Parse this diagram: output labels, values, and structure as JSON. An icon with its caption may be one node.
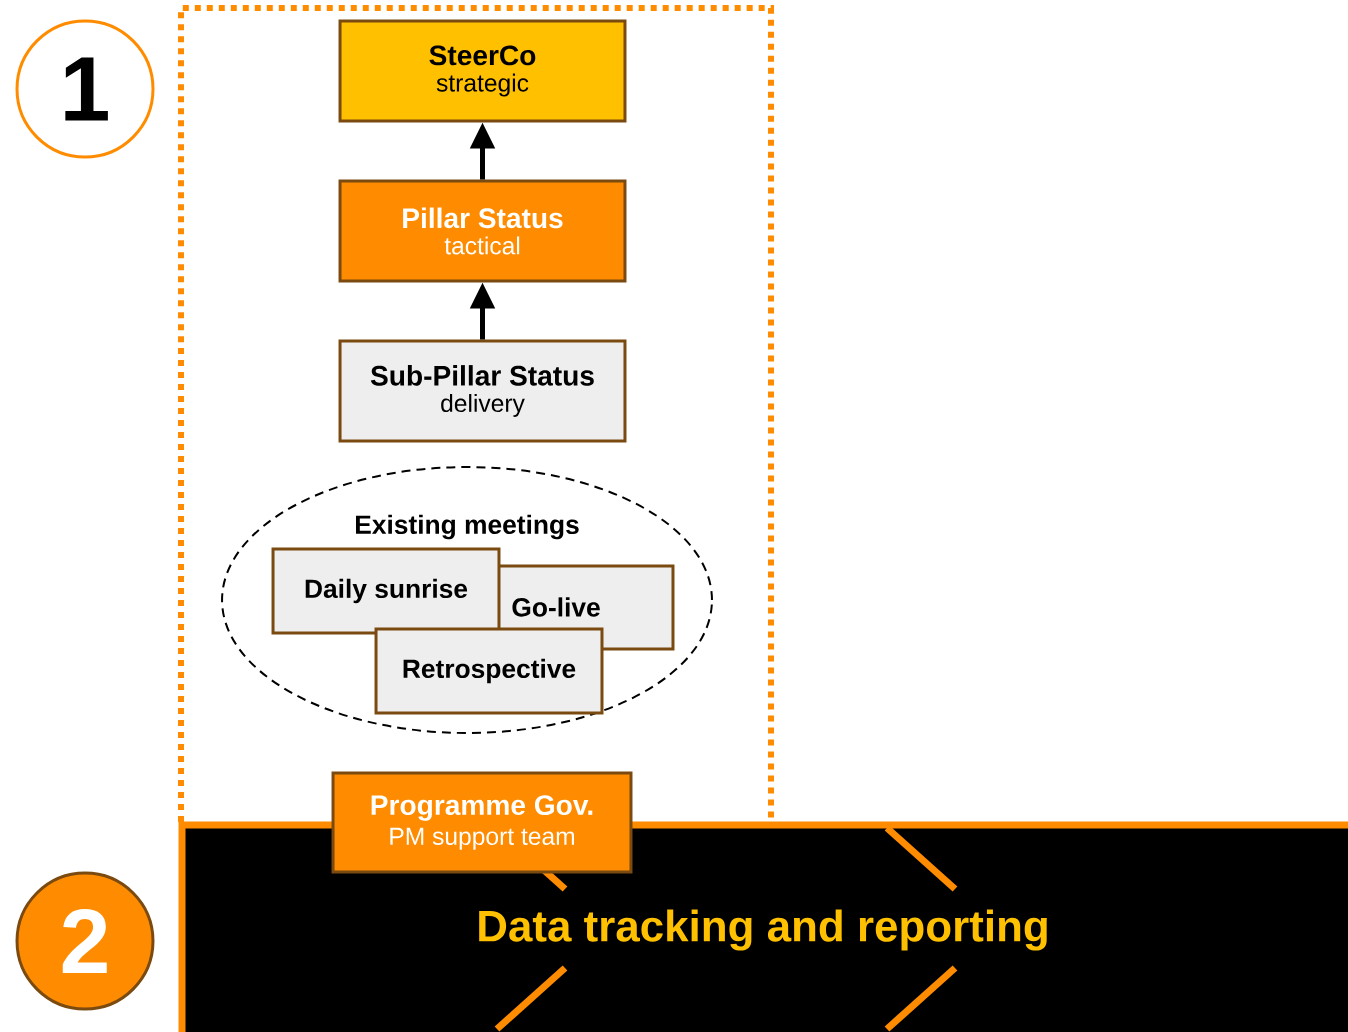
{
  "diagram": {
    "nodes": [
      {
        "text": [
          "1"
        ]
      },
      {
        "text": [
          "SteerCo",
          "strategic"
        ]
      },
      {
        "text": [
          "Pillar Status",
          "tactical"
        ]
      },
      {
        "text": [
          "Sub-Pillar Status",
          "delivery"
        ]
      },
      {
        "text": [
          "Existing meetings"
        ]
      },
      {
        "text": [
          "Daily sunrise"
        ],
        "in": 4
      },
      {
        "text": [
          "Go-live"
        ],
        "in": 4
      },
      {
        "text": [
          "Retrospective"
        ],
        "in": 4
      },
      {
        "text": [
          "Programme Gov.",
          "PM support team"
        ]
      },
      {
        "text": [
          "2"
        ]
      },
      {
        "text": [
          "Data tracking and reporting"
        ]
      }
    ],
    "edges": [
      {
        "from": 2,
        "to": 1,
        "arrow": "to"
      },
      {
        "from": 3,
        "to": 2,
        "arrow": "to"
      }
    ]
  }
}
